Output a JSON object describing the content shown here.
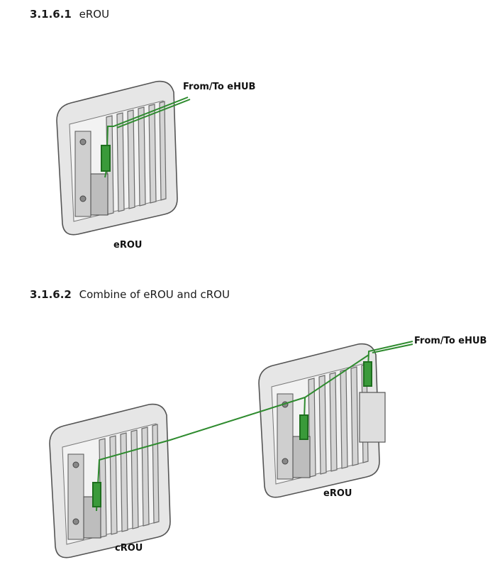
{
  "section1": {
    "number": "3.1.6.1",
    "title": "eROU",
    "fiber_label": "From/To eHUB",
    "device_caption": "eROU"
  },
  "section2": {
    "number": "3.1.6.2",
    "title": "Combine of eROU and cROU",
    "fiber_label": "From/To eHUB",
    "crou_caption": "cROU",
    "erou_caption": "eROU"
  },
  "colors": {
    "fiber": "#2e8b2e",
    "device_body": "#d9d9d9",
    "device_outline": "#555555"
  }
}
